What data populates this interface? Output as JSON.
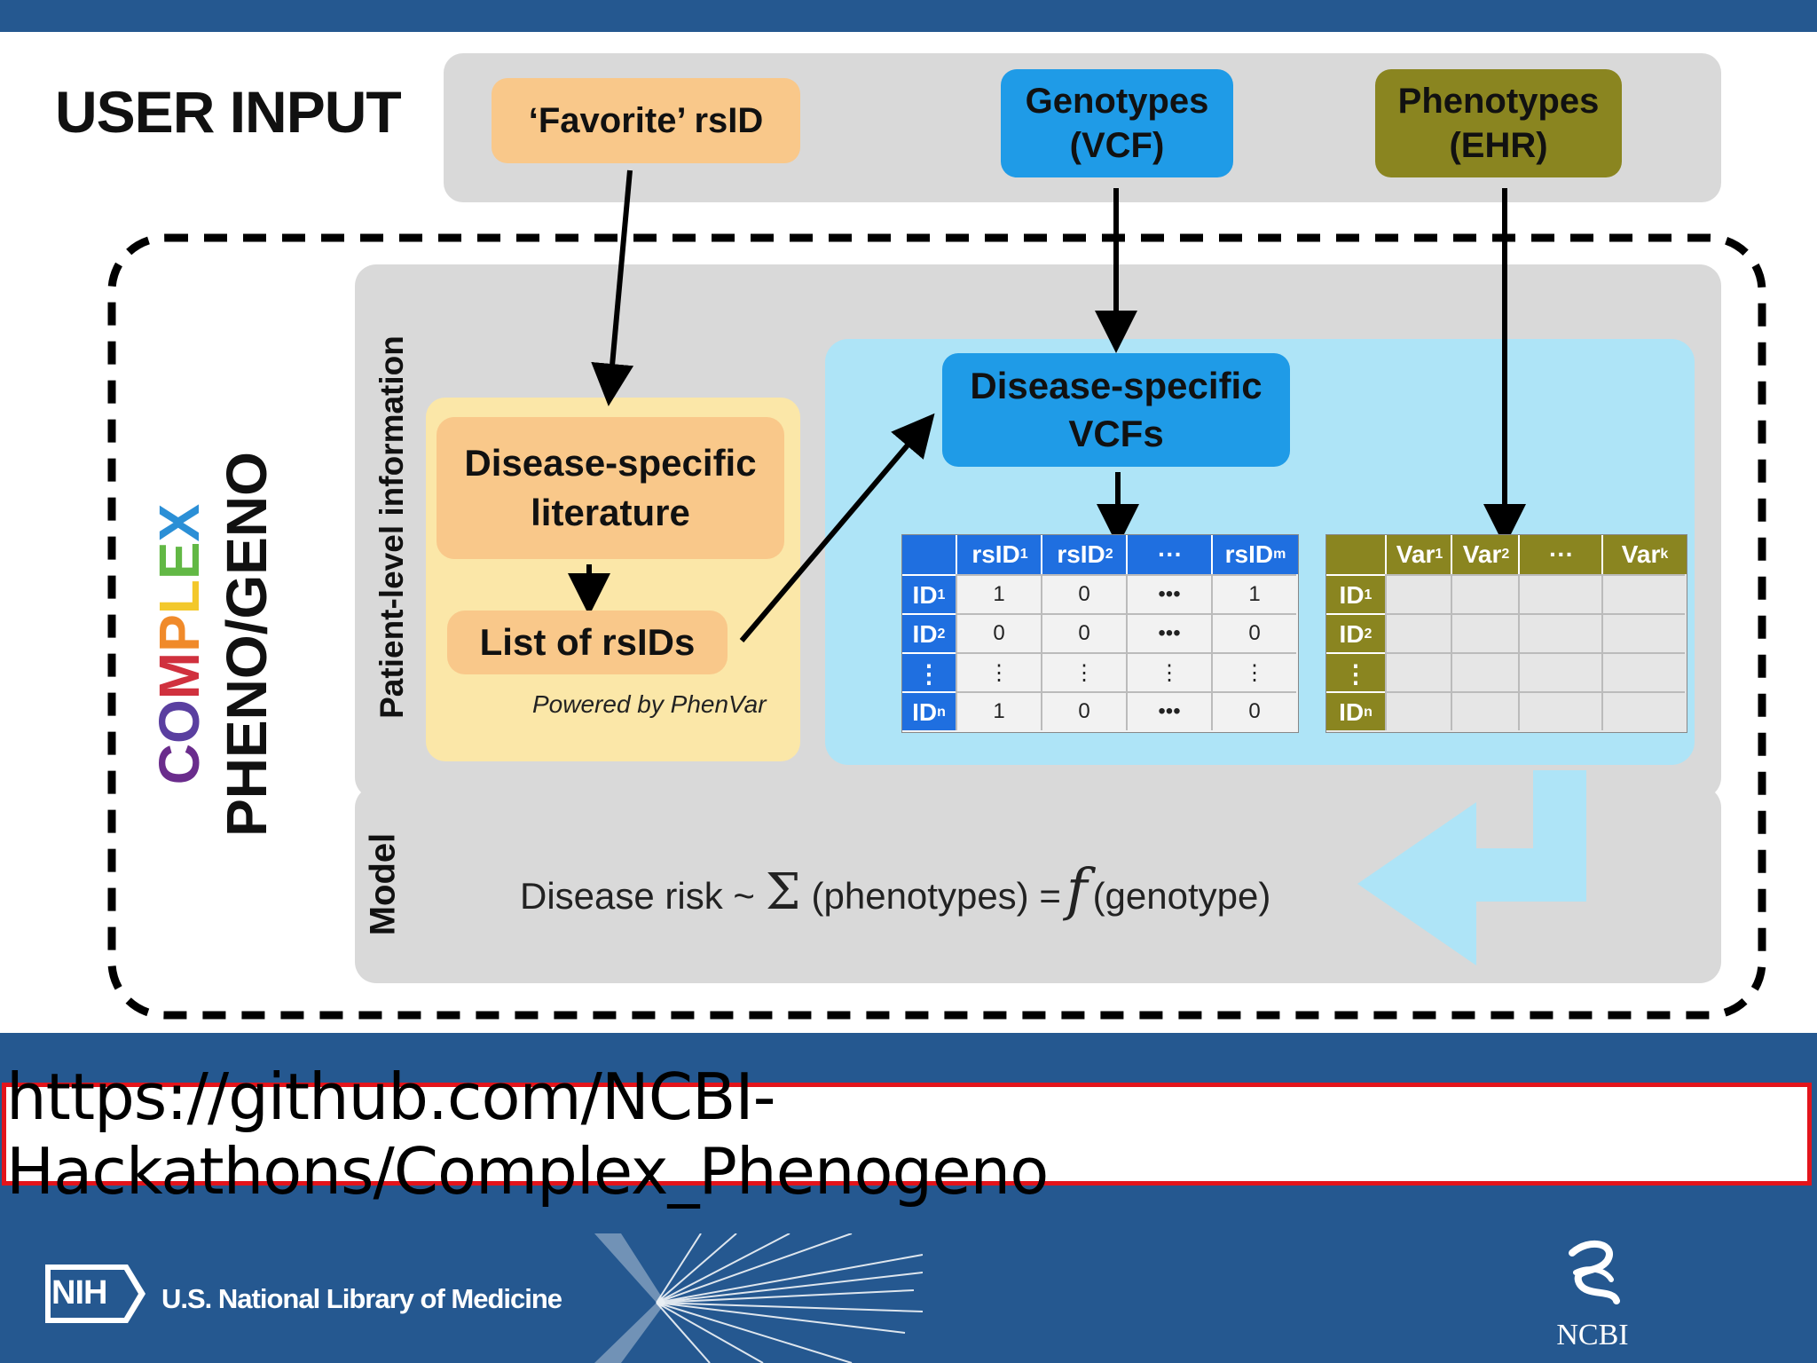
{
  "user_input": {
    "heading": "USER INPUT"
  },
  "inputs": {
    "favorite": "‘Favorite’ rsID",
    "genotypes_line1": "Genotypes",
    "genotypes_line2": "(VCF)",
    "phenotypes_line1": "Phenotypes",
    "phenotypes_line2": "(EHR)"
  },
  "tool": {
    "name_part1": "COMPLEX",
    "name_part2": "PHENO/GENO"
  },
  "panels": {
    "patient_label": "Patient-level information",
    "model_label": "Model"
  },
  "literature": {
    "box_line1": "Disease-specific",
    "box_line2": "literature",
    "list_label": "List of rsIDs",
    "powered_by": "Powered by PhenVar"
  },
  "vcfs": {
    "line1": "Disease-specific",
    "line2": "VCFs"
  },
  "genotype_table": {
    "headers": [
      "rsID",
      "rsID",
      "···",
      "rsID"
    ],
    "header_subs": [
      "1",
      "2",
      "",
      "m"
    ],
    "row_ids": [
      "ID",
      "ID",
      "⋮",
      "ID"
    ],
    "row_subs": [
      "1",
      "2",
      "",
      "n"
    ],
    "rows": [
      [
        "1",
        "0",
        "•••",
        "1"
      ],
      [
        "0",
        "0",
        "•••",
        "0"
      ],
      [
        "⋮",
        "⋮",
        "⋮",
        "⋮"
      ],
      [
        "1",
        "0",
        "•••",
        "0"
      ]
    ]
  },
  "phenotype_table": {
    "headers": [
      "Var",
      "Var",
      "···",
      "Var"
    ],
    "header_subs": [
      "1",
      "2",
      "",
      "k"
    ],
    "row_ids": [
      "ID",
      "ID",
      "⋮",
      "ID"
    ],
    "row_subs": [
      "1",
      "2",
      "",
      "n"
    ]
  },
  "formula": {
    "left": "Disease risk ~",
    "sigma": "Σ",
    "middle": "(phenotypes) =",
    "f": "f",
    "right": "(genotype)"
  },
  "url": "https://github.com/NCBI-Hackathons/Complex_Phenogeno",
  "footer": {
    "nih": "NIH",
    "nlm": "U.S. National Library of Medicine",
    "ncbi": "NCBI"
  },
  "colors": {
    "band": "#255890",
    "orange": "#f9c88a",
    "blue": "#1f9be7",
    "olive": "#8a8520",
    "light_blue": "#aee4f7",
    "cream": "#fbe7a8",
    "url_border": "#e3141b"
  }
}
